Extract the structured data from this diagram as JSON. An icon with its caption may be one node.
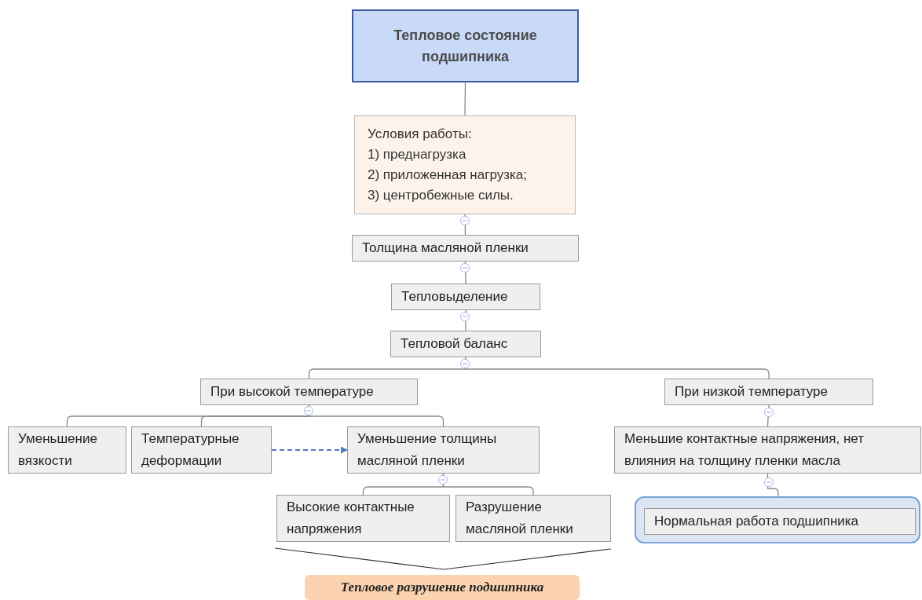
{
  "diagram": {
    "nodes": [
      {
        "text": [
          "Тепловое состояние подшипника"
        ]
      },
      {
        "text": [
          "Условия работы:",
          "1) преднагрузка",
          "2) приложенная нагрузка;",
          "3) центробежные силы."
        ]
      },
      {
        "text": [
          "Толщина масляной пленки"
        ]
      },
      {
        "text": [
          "Тепловыделение"
        ]
      },
      {
        "text": [
          "Тепловой баланс"
        ]
      },
      {
        "text": [
          "При высокой температуре"
        ]
      },
      {
        "text": [
          "При низкой температуре"
        ]
      },
      {
        "text": [
          "Уменьшение вязкости"
        ]
      },
      {
        "text": [
          "Температурные деформации"
        ]
      },
      {
        "text": [
          "Уменьшение толщины масляной пленки"
        ]
      },
      {
        "text": [
          "Меньшие контактные напряжения, нет влияния на толщину пленки масла"
        ]
      },
      {
        "text": [
          "Высокие контактные напряжения"
        ]
      },
      {
        "text": [
          "Разрушение масляной пленки"
        ]
      },
      {
        "text": [],
        "shape": "box"
      },
      {
        "text": [
          "Нормальная работа подшипника"
        ],
        "in": 13
      },
      {
        "text": [
          "Тепловое разрушение подшипника"
        ]
      }
    ],
    "edges": [
      {
        "from": 0,
        "to": 1,
        "arrow": "none"
      },
      {
        "from": 1,
        "to": 2,
        "arrow": "none"
      },
      {
        "from": 2,
        "to": 3,
        "arrow": "none"
      },
      {
        "from": 3,
        "to": 4,
        "arrow": "none"
      },
      {
        "from": 4,
        "to": 5,
        "arrow": "none"
      },
      {
        "from": 4,
        "to": 6,
        "arrow": "none"
      },
      {
        "from": 5,
        "to": 7,
        "arrow": "none"
      },
      {
        "from": 5,
        "to": 8,
        "arrow": "none"
      },
      {
        "from": 5,
        "to": 9,
        "arrow": "none"
      },
      {
        "from": 9,
        "to": 11,
        "arrow": "none"
      },
      {
        "from": 9,
        "to": 12,
        "arrow": "none"
      },
      {
        "from": 6,
        "to": 10,
        "arrow": "none"
      },
      {
        "from": 10,
        "to": 14,
        "arrow": "none"
      },
      {
        "from": 8,
        "to": 9,
        "arrow": "to",
        "style": "dashed",
        "color": "#4a7cc0"
      }
    ]
  }
}
